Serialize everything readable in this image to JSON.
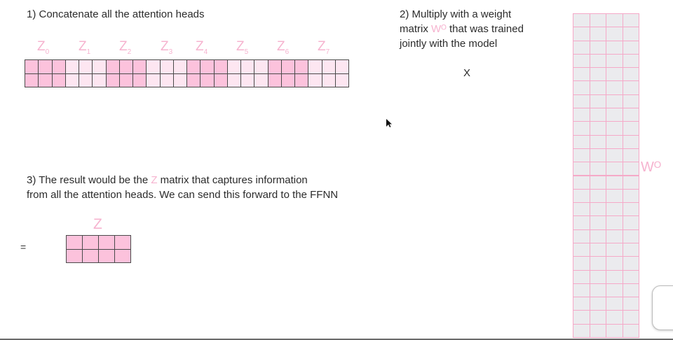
{
  "step1": {
    "text": "1) Concatenate all the attention heads"
  },
  "step2": {
    "line1": "2) Multiply with a weight",
    "line2_pre": "matrix ",
    "wo_inline": "Wᴼ",
    "line2_post": " that was trained",
    "line3": "jointly with the model"
  },
  "step3": {
    "line1_pre": "3) The result would be the ",
    "z_inline": "Z",
    "line1_post": " matrix that captures information",
    "line2": "from all the attention heads. We can send this forward to the FFNN"
  },
  "heads": [
    {
      "letter": "Z",
      "index": "0"
    },
    {
      "letter": "Z",
      "index": "1"
    },
    {
      "letter": "Z",
      "index": "2"
    },
    {
      "letter": "Z",
      "index": "3"
    },
    {
      "letter": "Z",
      "index": "4"
    },
    {
      "letter": "Z",
      "index": "5"
    },
    {
      "letter": "Z",
      "index": "6"
    },
    {
      "letter": "Z",
      "index": "7"
    }
  ],
  "multiply_sign": "X",
  "equals_sign": "=",
  "result_label": "Z",
  "weight_label": "Wᴼ",
  "colors": {
    "pink_dark": "#fcc2dc",
    "pink_light": "#fde6f1",
    "pink_text": "#f6b3cf",
    "grid_line": "#f5a9c8",
    "grid_bg": "#ebebee"
  }
}
